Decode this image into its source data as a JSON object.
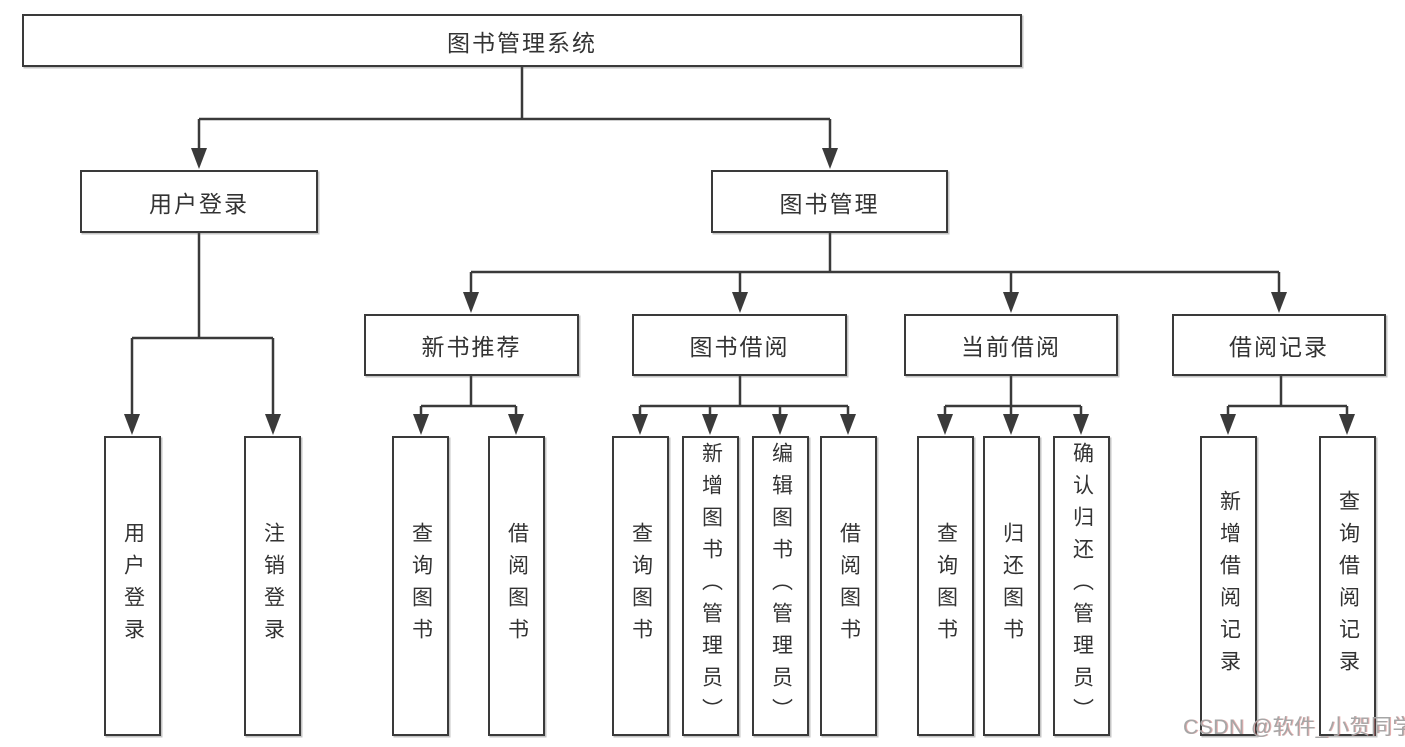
{
  "diagram": {
    "root": {
      "label": "图书管理系统"
    },
    "level2": [
      {
        "label": "用户登录"
      },
      {
        "label": "图书管理"
      }
    ],
    "level3": [
      {
        "label": "新书推荐"
      },
      {
        "label": "图书借阅"
      },
      {
        "label": "当前借阅"
      },
      {
        "label": "借阅记录"
      }
    ],
    "leaves": [
      {
        "label": "用户登录"
      },
      {
        "label": "注销登录"
      },
      {
        "label": "查询图书"
      },
      {
        "label": "借阅图书"
      },
      {
        "label": "查询图书"
      },
      {
        "label": "新增图书（管理员）"
      },
      {
        "label": "编辑图书（管理员）"
      },
      {
        "label": "借阅图书"
      },
      {
        "label": "查询图书"
      },
      {
        "label": "归还图书"
      },
      {
        "label": "确认归还（管理员）"
      },
      {
        "label": "新增借阅记录"
      },
      {
        "label": "查询借阅记录"
      }
    ]
  },
  "watermark": {
    "text": "CSDN @软件_小贺同学"
  },
  "colors": {
    "line": "#3a3a3a",
    "border": "#3a3a3a",
    "text": "#333333",
    "background": "#ffffff",
    "watermark": "#a6a6a6"
  }
}
